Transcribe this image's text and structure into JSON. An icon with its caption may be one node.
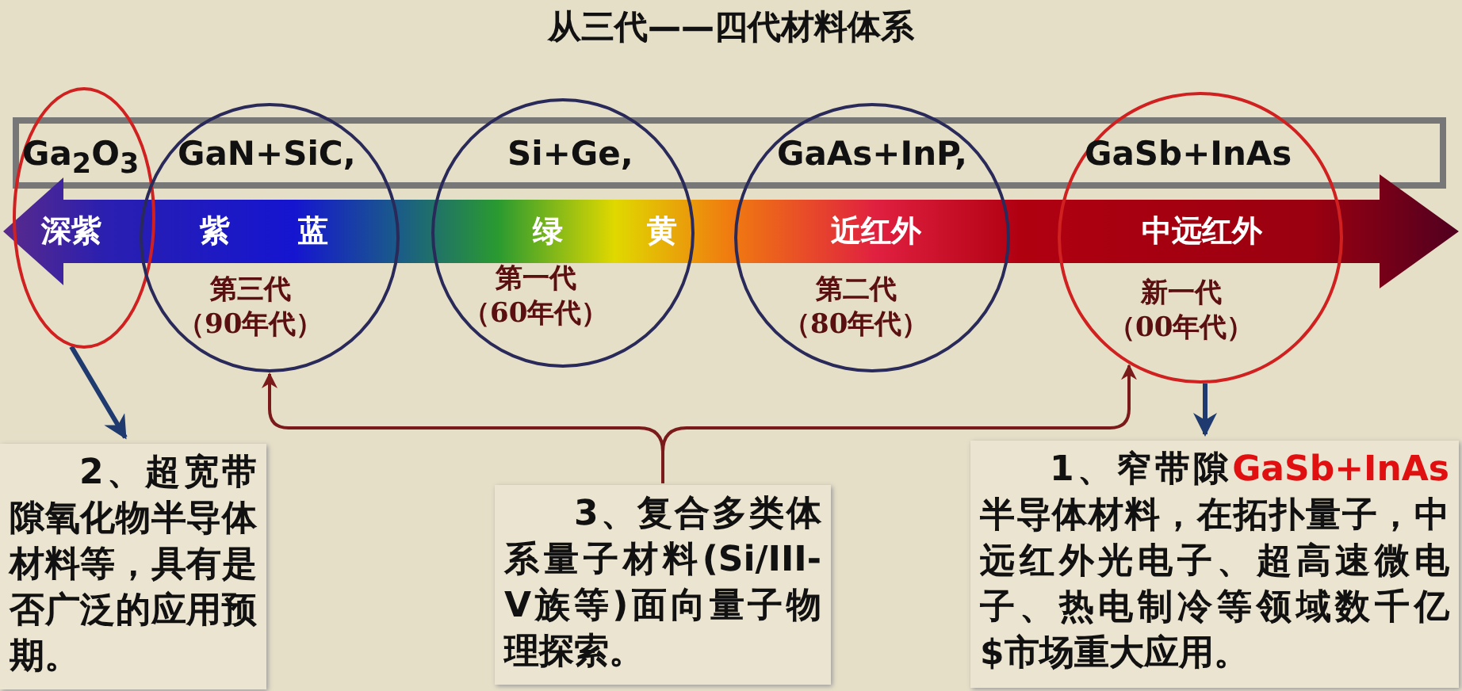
{
  "diagram": {
    "title": "从三代——四代材料体系",
    "nodes": [
      {
        "text": [
          "Ga$_{2}$O$_{3}$",
          "深紫"
        ]
      },
      {
        "text": [
          "GaN+SiC,",
          "紫",
          "蓝",
          "第三代（90年代）"
        ]
      },
      {
        "text": [
          "Si+Ge,",
          "绿",
          "黄",
          "第一代（60年代）"
        ]
      },
      {
        "text": [
          "GaAs+InP,",
          "近红外",
          "第二代（80年代）"
        ]
      },
      {
        "text": [
          "GaSb+InAs",
          "中远红外",
          "新一代（00年代）"
        ]
      },
      {
        "text": [
          "2、超宽带隙氧化物半导体材料等，具有是否广泛的应用预期。"
        ]
      },
      {
        "text": [
          "3、复合多类体系量子材料(Si/III-V族等)面向量子物理探索。"
        ]
      },
      {
        "text": [
          "1、窄带隙**GaSb+InAs**半导体材料，在拓扑量子，中远红外光电子、超高速微电子、热电制冷等领域数千亿$市场重大应用。"
        ]
      }
    ],
    "edges": [
      {
        "from": 0,
        "to": 5,
        "arrow": "to",
        "color": "#1f3a6e"
      },
      {
        "from": 4,
        "to": 7,
        "arrow": "to",
        "color": "#1f3a6e"
      },
      {
        "from": 6,
        "to": 1,
        "arrow": "to",
        "color": "#7a1a1a"
      },
      {
        "from": 6,
        "to": 4,
        "arrow": "to",
        "color": "#7a1a1a"
      }
    ]
  }
}
